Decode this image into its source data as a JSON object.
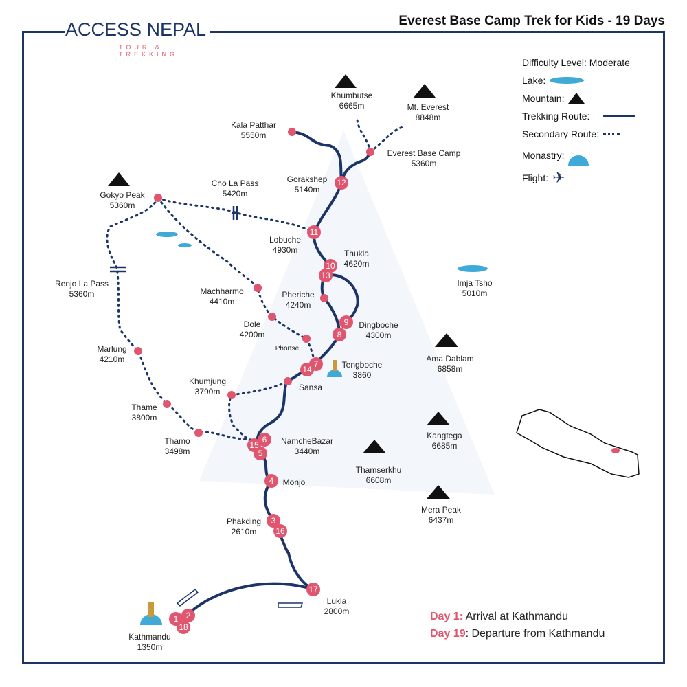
{
  "header": {
    "title": "Everest Base Camp Trek for Kids - 19 Days",
    "logo_main": "ACCESS NEPAL",
    "logo_sub": "TOUR & TREKKING"
  },
  "legend": {
    "difficulty": "Difficulty Level: Moderate",
    "lake": "Lake:",
    "mountain": "Mountain:",
    "trekking_route": "Trekking Route:",
    "secondary_route": "Secondary Route:",
    "monastry": "Monastry:",
    "flight": "Flight:"
  },
  "colors": {
    "route": "#1c3468",
    "stop": "#e0566e",
    "lake": "#3fa9d8"
  },
  "places": [
    {
      "name": "Kala Patthar",
      "alt": "5550m"
    },
    {
      "name": "Khumbutse",
      "alt": "6665m"
    },
    {
      "name": "Mt. Everest",
      "alt": "8848m"
    },
    {
      "name": "Everest Base Camp",
      "alt": "5360m"
    },
    {
      "name": "GorakshEEP",
      "alt": "5140m"
    },
    {
      "name": "Gokyo Peak",
      "alt": "5360m"
    },
    {
      "name": "Cho La Pass",
      "alt": "5420m"
    },
    {
      "name": "Lobuche",
      "alt": "4930m"
    },
    {
      "name": "Thukla",
      "alt": "4620m"
    },
    {
      "name": "Renjo La Pass",
      "alt": "5360m"
    },
    {
      "name": "Imja Tsho",
      "alt": "5010m"
    },
    {
      "name": "Machharmo",
      "alt": "4410m"
    },
    {
      "name": "Pheriche",
      "alt": "4240m"
    },
    {
      "name": "Dole",
      "alt": "4200m"
    },
    {
      "name": "Dingboche",
      "alt": "4300m"
    },
    {
      "name": "Phortse",
      "alt": ""
    },
    {
      "name": "Marlung",
      "alt": "4210m"
    },
    {
      "name": "Tengboche",
      "alt": "3860"
    },
    {
      "name": "Ama Dablam",
      "alt": "6858m"
    },
    {
      "name": "Khumjung",
      "alt": "3790m"
    },
    {
      "name": "Sansa",
      "alt": ""
    },
    {
      "name": "Thame",
      "alt": "3800m"
    },
    {
      "name": "Thamo",
      "alt": "3498m"
    },
    {
      "name": "NamcheBazar",
      "alt": "3440m"
    },
    {
      "name": "Kangtega",
      "alt": "6685m"
    },
    {
      "name": "Thamserkhu",
      "alt": "6608m"
    },
    {
      "name": "Monjo",
      "alt": ""
    },
    {
      "name": "Mera Peak",
      "alt": "6437m"
    },
    {
      "name": "Phakding",
      "alt": "2610m"
    },
    {
      "name": "Lukla",
      "alt": "2800m"
    },
    {
      "name": "Kathmandu",
      "alt": "1350m"
    }
  ],
  "stops": [
    "1",
    "2",
    "18",
    "3",
    "16",
    "4",
    "5",
    "15",
    "6",
    "14",
    "7",
    "8",
    "9",
    "13",
    "10",
    "11",
    "12",
    "17"
  ],
  "notes": {
    "day1_label": "Day 1:",
    "day1_text": " Arrival at Kathmandu",
    "day19_label": "Day 19",
    "day19_text": ": Departure from Kathmandu"
  }
}
